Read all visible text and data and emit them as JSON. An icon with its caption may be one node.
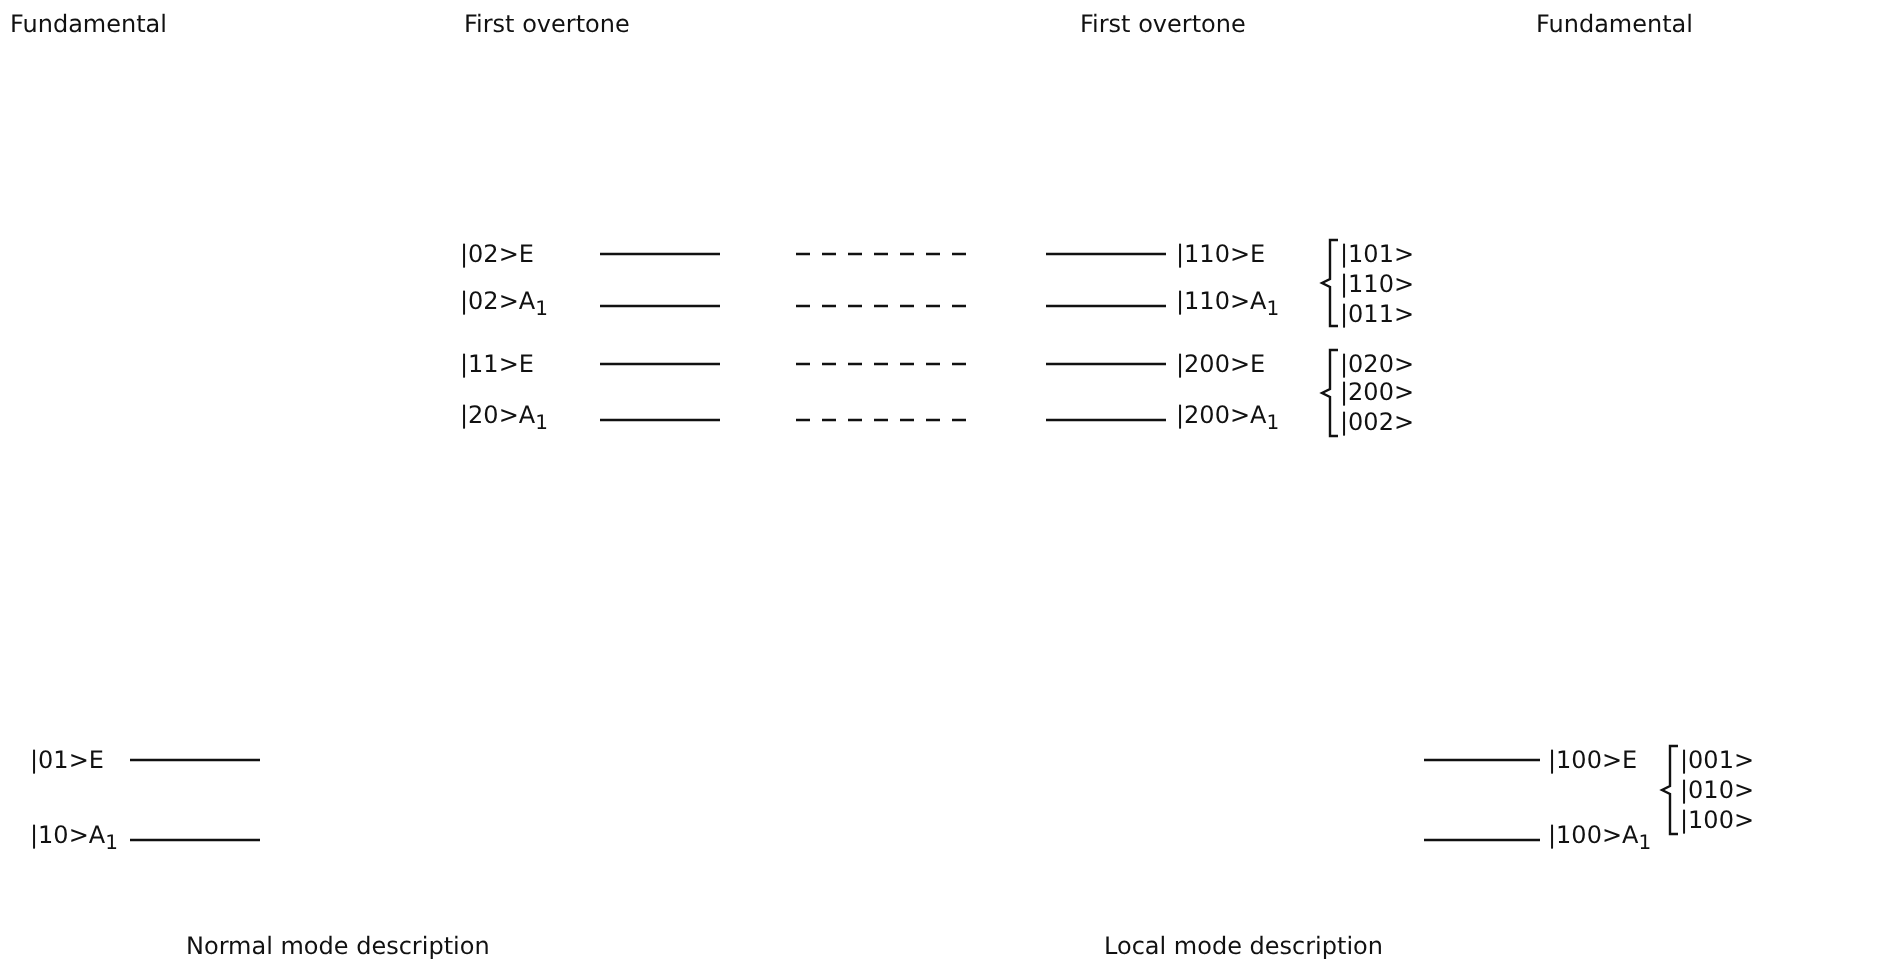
{
  "diagram": {
    "labels": [
      "Fundamental",
      "First overtone",
      "First overtone",
      "Fundamental",
      "|02>E",
      "|110>E",
      "|101>",
      "|110>",
      "|02>A$_{1}$",
      "|110>A$_{1}$",
      "|011>",
      "|11>E",
      "|200>E",
      "|020>",
      "|200>",
      "|20>A$_{1}$",
      "|200>A$_{1}$",
      "|002>",
      "|01>E",
      "|100>E",
      "|001>",
      "|010>",
      "|10>A$_{1}$",
      "|100>A$_{1}$",
      "|100>",
      "Normal mode description",
      "Local mode description"
    ]
  }
}
